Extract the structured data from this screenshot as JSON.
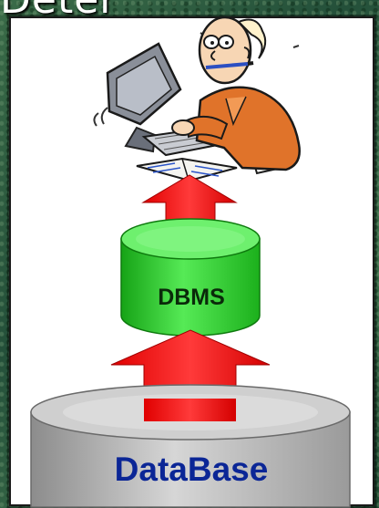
{
  "diagram": {
    "top_text": "Deter",
    "middle_label": "DBMS",
    "bottom_label": "DataBase"
  },
  "colors": {
    "background": "#2d5a3d",
    "panel": "#ffffff",
    "arrow": "#ff1a1a",
    "dbms_cylinder": "#2ecc2e",
    "database_cylinder": "#b8b8b8",
    "database_label": "#0b2696"
  },
  "icons": [
    "user-at-computer-icon",
    "up-arrow-icon",
    "cylinder-icon"
  ]
}
